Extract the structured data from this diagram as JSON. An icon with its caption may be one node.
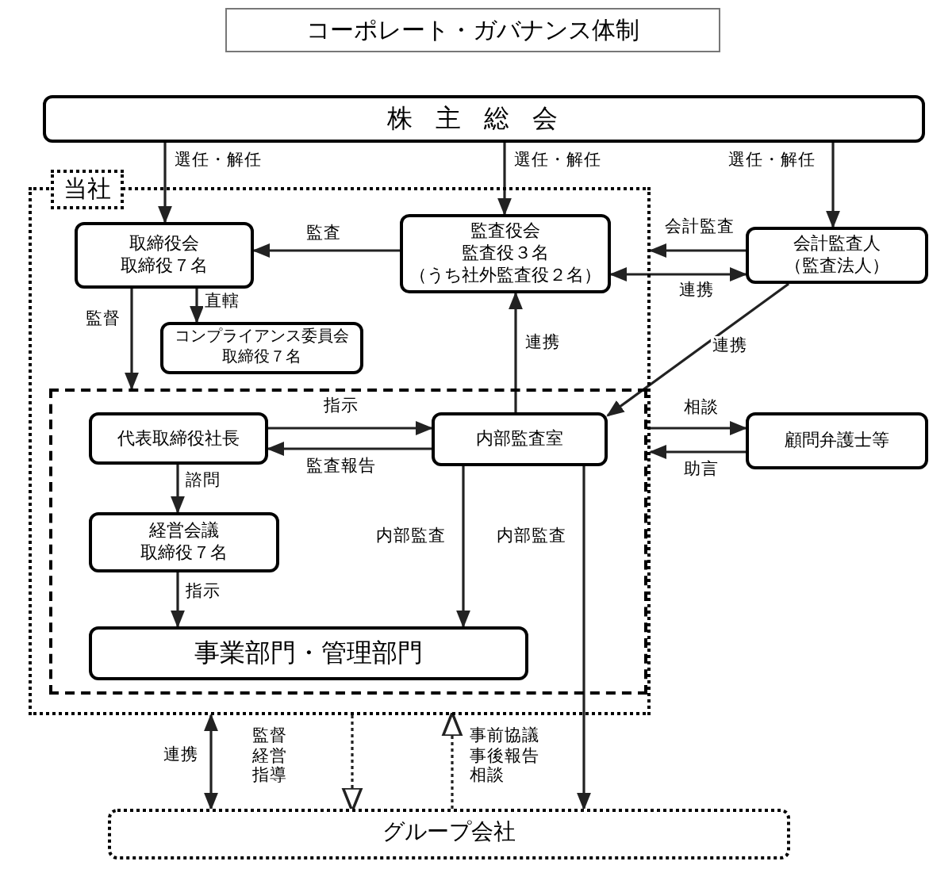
{
  "diagram": {
    "title": "コーポレート・ガバナンス体制",
    "nodes": [
      {
        "text": [
          "株主総会"
        ]
      },
      {
        "text": [
          "当社"
        ]
      },
      {
        "text": [
          "取締役会",
          "取締役７名"
        ],
        "in": 1
      },
      {
        "text": [
          "監査役会",
          "監査役３名",
          "（うち社外監査役２名）"
        ],
        "in": 1
      },
      {
        "text": [
          "コンプライアンス委員会",
          "取締役７名"
        ],
        "in": 1
      },
      {
        "text": [],
        "shape": "box",
        "in": 1
      },
      {
        "text": [
          "代表取締役社長"
        ],
        "in": 5
      },
      {
        "text": [
          "内部監査室"
        ],
        "in": 5
      },
      {
        "text": [
          "経営会議",
          "取締役７名"
        ],
        "in": 5
      },
      {
        "text": [
          "事業部門・管理部門"
        ],
        "in": 5
      },
      {
        "text": [
          "会計監査人",
          "（監査法人）"
        ]
      },
      {
        "text": [
          "顧問弁護士等"
        ]
      },
      {
        "text": [
          "グループ会社"
        ]
      }
    ],
    "edges": [
      {
        "from": 0,
        "to": 2,
        "arrow": "to",
        "label": "選任・解任"
      },
      {
        "from": 0,
        "to": 3,
        "arrow": "to",
        "label": "選任・解任"
      },
      {
        "from": 0,
        "to": 10,
        "arrow": "to",
        "label": "選任・解任"
      },
      {
        "from": 3,
        "to": 2,
        "arrow": "to",
        "label": "監査"
      },
      {
        "from": 10,
        "to": 1,
        "arrow": "to",
        "label": "会計監査"
      },
      {
        "from": 3,
        "to": 10,
        "arrow": "both",
        "label": "連携"
      },
      {
        "from": 2,
        "to": 4,
        "arrow": "to",
        "label": "直轄"
      },
      {
        "from": 2,
        "to": 5,
        "arrow": "to",
        "label": "監督"
      },
      {
        "from": 7,
        "to": 3,
        "arrow": "to",
        "label": "連携"
      },
      {
        "from": 10,
        "to": 7,
        "arrow": "to",
        "label": "連携"
      },
      {
        "from": 6,
        "to": 7,
        "arrow": "to",
        "label": "指示"
      },
      {
        "from": 7,
        "to": 6,
        "arrow": "to",
        "label": "監査報告"
      },
      {
        "from": 1,
        "to": 11,
        "arrow": "to",
        "label": "相談"
      },
      {
        "from": 11,
        "to": 1,
        "arrow": "to",
        "label": "助言"
      },
      {
        "from": 6,
        "to": 8,
        "arrow": "to",
        "label": "諮問"
      },
      {
        "from": 8,
        "to": 9,
        "arrow": "to",
        "label": "指示"
      },
      {
        "from": 7,
        "to": 9,
        "arrow": "to",
        "label": "内部監査"
      },
      {
        "from": 7,
        "to": 12,
        "arrow": "to",
        "label": "内部監査"
      },
      {
        "from": 1,
        "to": 12,
        "arrow": "both",
        "label": "連携"
      },
      {
        "from": 1,
        "to": 12,
        "arrow": "to",
        "label": "監督経営指導",
        "style": "dashed"
      },
      {
        "from": 12,
        "to": 1,
        "arrow": "to",
        "label": "事前協議事後報告相談",
        "style": "dashed"
      }
    ]
  }
}
